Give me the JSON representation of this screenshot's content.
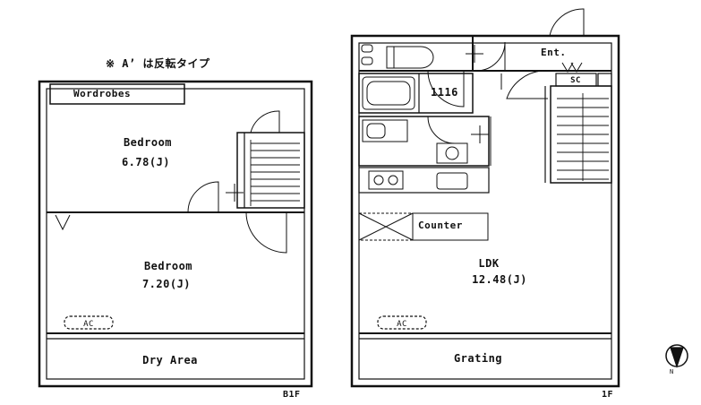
{
  "note": "※ A’ は反転タイプ",
  "b1f": {
    "floor_label": "B1F",
    "wardrobes": "Wordrobes",
    "bedroom1": {
      "name": "Bedroom",
      "size": "6.78(J)"
    },
    "bedroom2": {
      "name": "Bedroom",
      "size": "7.20(J)"
    },
    "ac": "AC",
    "dry_area": "Dry Area"
  },
  "f1": {
    "floor_label": "1F",
    "entrance": "Ent.",
    "sc": "SC",
    "bath": "1116",
    "counter": "Counter",
    "ldk": {
      "name": "LDK",
      "size": "12.48(J)"
    },
    "ac": "AC",
    "grating": "Grating"
  },
  "compass": {
    "letter": "N"
  }
}
